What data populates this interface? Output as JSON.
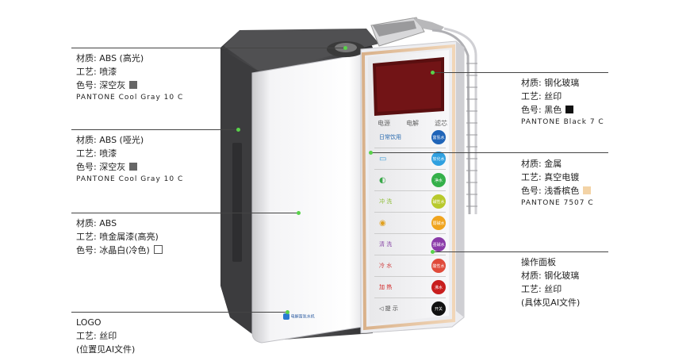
{
  "annotations": {
    "top_left": {
      "material": "材质: ABS (高光)",
      "process": "工艺: 喷漆",
      "color": "色号: 深空灰",
      "pantone": "PANTONE Cool Gray 10 C"
    },
    "mid_left": {
      "material": "材质: ABS (哑光)",
      "process": "工艺: 喷漆",
      "color": "色号: 深空灰",
      "pantone": "PANTONE Cool Gray 10 C"
    },
    "front_left": {
      "material": "材质: ABS",
      "process": "工艺: 喷金属漆(高亮)",
      "color": "色号: 冰晶白(冷色)"
    },
    "logo": {
      "title": "LOGO",
      "process": "工艺: 丝印",
      "note": "(位置见AI文件)"
    },
    "top_right": {
      "material": "材质: 钢化玻璃",
      "process": "工艺: 丝印",
      "color": "色号: 黑色",
      "pantone": "PANTONE Black 7 C"
    },
    "mid_right": {
      "material": "材质: 金属",
      "process": "工艺: 真空电镀",
      "color": "色号: 浅香槟色",
      "pantone": "PANTONE 7507 C"
    },
    "panel_right": {
      "title": "操作面板",
      "material": "材质: 钢化玻璃",
      "process": "工艺: 丝印",
      "note": "(具体见AI文件)"
    }
  },
  "swatch_colors": {
    "deep_space_gray": "#666666",
    "black": "#111111",
    "light_champagne": "#f3d3a6",
    "ice_white": "#ffffff",
    "callout_dot": "#59d24a"
  },
  "device": {
    "panel_header": [
      "电源",
      "电解",
      "滤芯"
    ],
    "buttons": [
      {
        "left": "日常饮用",
        "right": "富氢水"
      },
      {
        "left": "",
        "right": "软化水"
      },
      {
        "left": "",
        "right": "净水"
      },
      {
        "left": "冲 洗",
        "right": "碱性水"
      },
      {
        "left": "",
        "right": "弱碱水"
      },
      {
        "left": "清 洗",
        "right": "强碱水"
      },
      {
        "left": "冷 水",
        "right": "酸性水"
      },
      {
        "left": "加 热",
        "right": "沸水"
      },
      {
        "left": "提 示",
        "right": "开关"
      }
    ],
    "logo_text": "电解富氢水机"
  }
}
